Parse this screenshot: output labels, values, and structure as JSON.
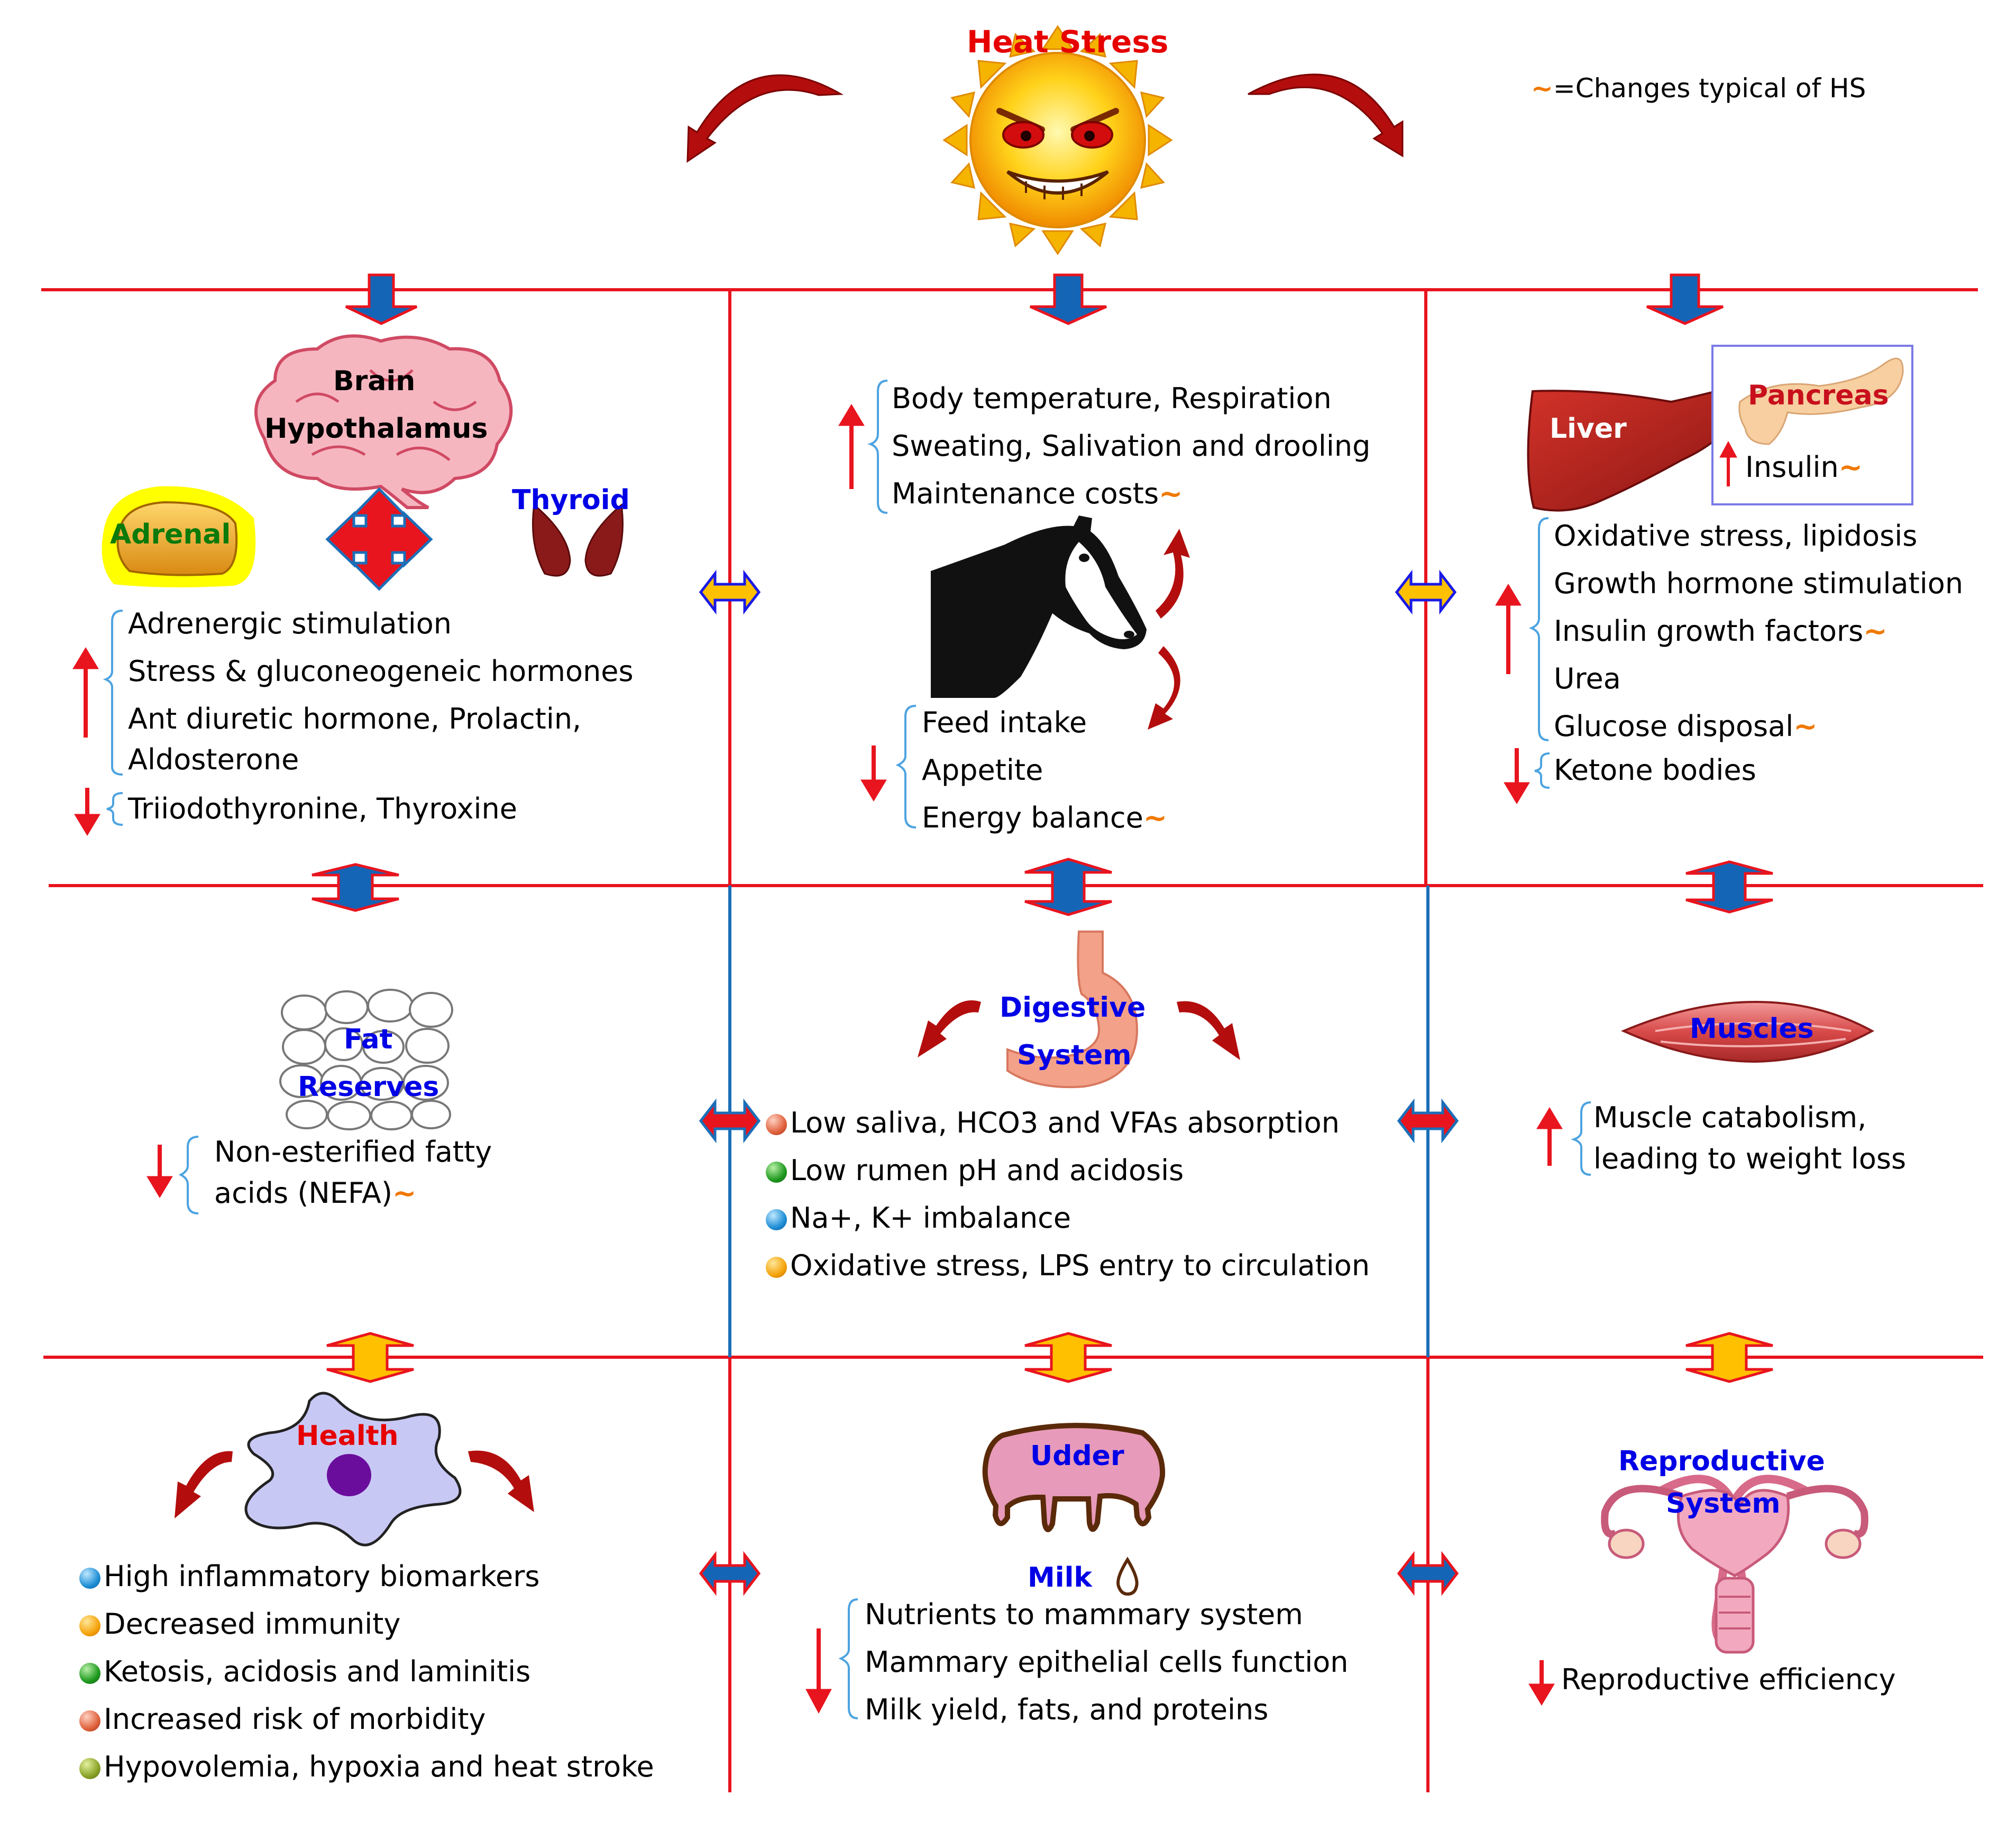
{
  "title": "Heat Stress",
  "legend": {
    "symbol": "~",
    "text": "=Changes typical of HS"
  },
  "colors": {
    "grid_red": "#e8141e",
    "grid_blue": "#1b6fb8",
    "label_blue": "#0000e6",
    "label_red": "#e60000",
    "tilde_orange": "#f07800"
  },
  "panels": {
    "endocrine": {
      "brain_label_1": "Brain",
      "brain_label_2": "Hypothalamus",
      "adrenal_label": "Adrenal",
      "thyroid_label": "Thyroid",
      "up_items": [
        "Adrenergic stimulation",
        "Stress & gluconeogeneic hormones",
        "Ant diuretic hormone, Prolactin,",
        "Aldosterone"
      ],
      "down_items": [
        "Triiodothyronine, Thyroxine"
      ]
    },
    "cow": {
      "up_items": [
        "Body temperature, Respiration",
        "Sweating, Salivation and drooling",
        "Maintenance costs"
      ],
      "down_items": [
        "Feed intake",
        "Appetite",
        "Energy balance"
      ]
    },
    "liver": {
      "liver_label": "Liver",
      "pancreas_label": "Pancreas",
      "insulin_label": "Insulin",
      "up_items": [
        "Oxidative stress, lipidosis",
        "Growth hormone stimulation",
        "Insulin growth factors",
        "Urea",
        "Glucose disposal"
      ],
      "down_items": [
        "Ketone bodies"
      ]
    },
    "fat": {
      "label_1": "Fat",
      "label_2": "Reserves",
      "down_items": [
        "Non-esterified fatty",
        "acids (NEFA)"
      ]
    },
    "digestive": {
      "label_1": "Digestive",
      "label_2": "System",
      "items": [
        {
          "color": "red",
          "text": "Low saliva, HCO3 and VFAs absorption"
        },
        {
          "color": "green",
          "text": "Low rumen pH and acidosis"
        },
        {
          "color": "blue",
          "text": "Na+, K+ imbalance"
        },
        {
          "color": "orange",
          "text": "Oxidative stress, LPS entry to circulation"
        }
      ]
    },
    "muscles": {
      "label": "Muscles",
      "up_items": [
        "Muscle catabolism,",
        "leading to weight loss"
      ]
    },
    "health": {
      "label": "Health",
      "items": [
        {
          "color": "blue",
          "text": "High inflammatory biomarkers"
        },
        {
          "color": "orange",
          "text": "Decreased immunity"
        },
        {
          "color": "green",
          "text": "Ketosis, acidosis and laminitis"
        },
        {
          "color": "red",
          "text": "Increased risk of morbidity"
        },
        {
          "color": "olive",
          "text": "Hypovolemia, hypoxia and heat stroke"
        }
      ]
    },
    "udder": {
      "label": "Udder",
      "milk_label": "Milk",
      "down_items": [
        "Nutrients  to mammary system",
        "Mammary epithelial cells function",
        "Milk yield, fats, and proteins"
      ]
    },
    "reproductive": {
      "label_1": "Reproductive",
      "label_2": "System",
      "down_items": [
        "Reproductive efficiency"
      ]
    }
  }
}
